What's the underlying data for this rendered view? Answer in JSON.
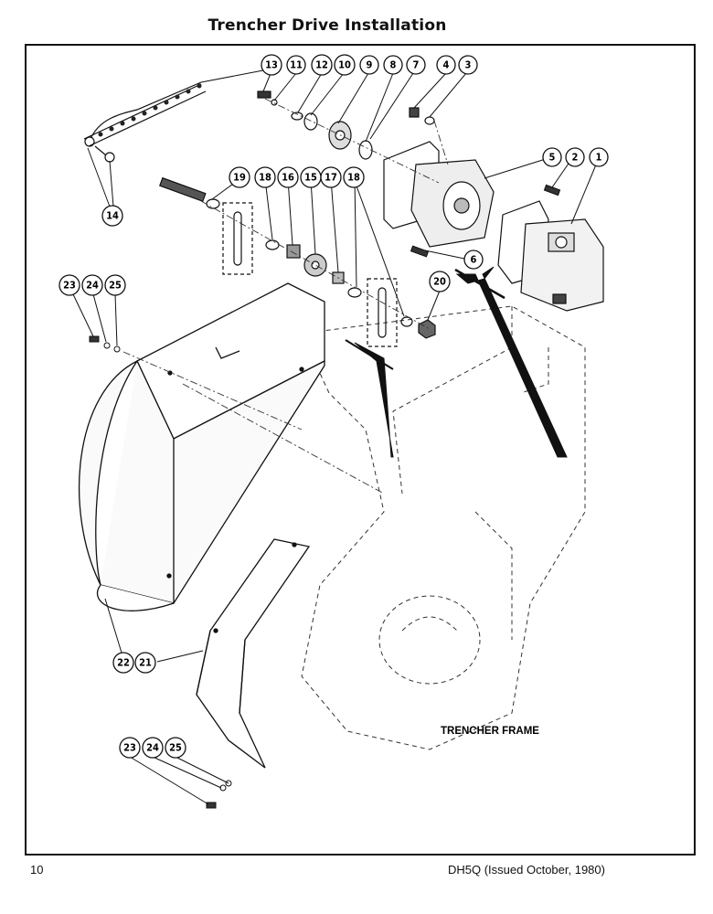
{
  "page": {
    "title": "Trencher Drive Installation",
    "page_number": "10",
    "document_id": "DH5Q (Issued October, 1980)"
  },
  "labels": {
    "trencher_frame": "TRENCHER FRAME"
  },
  "callouts": {
    "c13": "13",
    "c11": "11",
    "c12": "12",
    "c10": "10",
    "c9": "9",
    "c8": "8",
    "c7": "7",
    "c4": "4",
    "c3": "3",
    "c5": "5",
    "c2": "2",
    "c1": "1",
    "c19": "19",
    "c18a": "18",
    "c16": "16",
    "c15": "15",
    "c17": "17",
    "c18b": "18",
    "c14": "14",
    "c6": "6",
    "c20": "20",
    "c23a": "23",
    "c24a": "24",
    "c25a": "25",
    "c22": "22",
    "c21": "21",
    "c23b": "23",
    "c24b": "24",
    "c25b": "25"
  }
}
